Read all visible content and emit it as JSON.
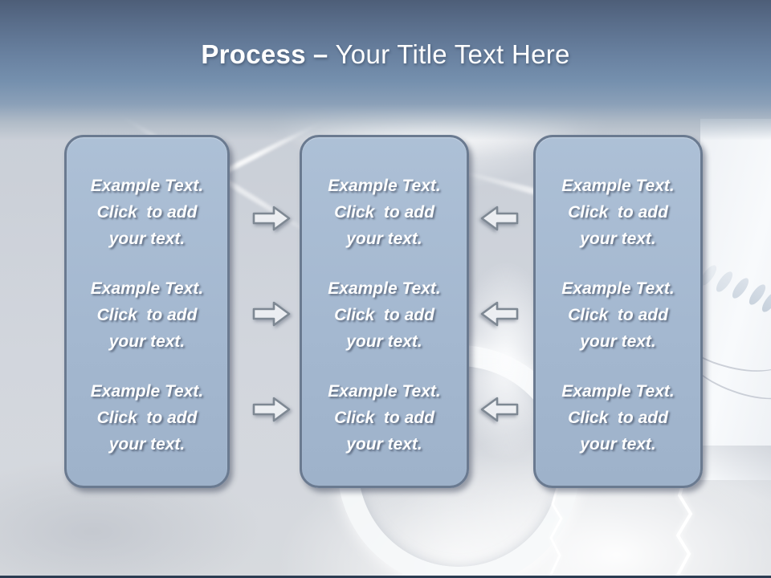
{
  "title": {
    "keyword": "Process",
    "separator": "–",
    "subtitle": "Your Title Text Here"
  },
  "panels": [
    {
      "id": "left",
      "blocks": [
        "Example Text.\nClick  to add\nyour text.",
        "Example Text.\nClick  to add\nyour text.",
        "Example Text.\nClick  to add\nyour text."
      ]
    },
    {
      "id": "middle",
      "blocks": [
        "Example Text.\nClick  to add\nyour text.",
        "Example Text.\nClick  to add\nyour text.",
        "Example Text.\nClick  to add\nyour text."
      ]
    },
    {
      "id": "right",
      "blocks": [
        "Example Text.\nClick  to add\nyour text.",
        "Example Text.\nClick  to add\nyour text.",
        "Example Text.\nClick  to add\nyour text."
      ]
    }
  ],
  "arrows": [
    {
      "row": 1,
      "side": "left",
      "direction": "right"
    },
    {
      "row": 2,
      "side": "left",
      "direction": "right"
    },
    {
      "row": 3,
      "side": "left",
      "direction": "right"
    },
    {
      "row": 1,
      "side": "right",
      "direction": "left"
    },
    {
      "row": 2,
      "side": "right",
      "direction": "left"
    },
    {
      "row": 3,
      "side": "right",
      "direction": "left"
    }
  ],
  "colors": {
    "header_top": "#4d5e78",
    "header_mid": "#6d85a5",
    "panel_fill": "#a4b8d0",
    "panel_border": "#6a7a90",
    "arrow_fill": "#f2f4f6",
    "arrow_stroke": "#7e8893",
    "text": "#ffffff",
    "bottom_bar": "#2b3c52"
  }
}
